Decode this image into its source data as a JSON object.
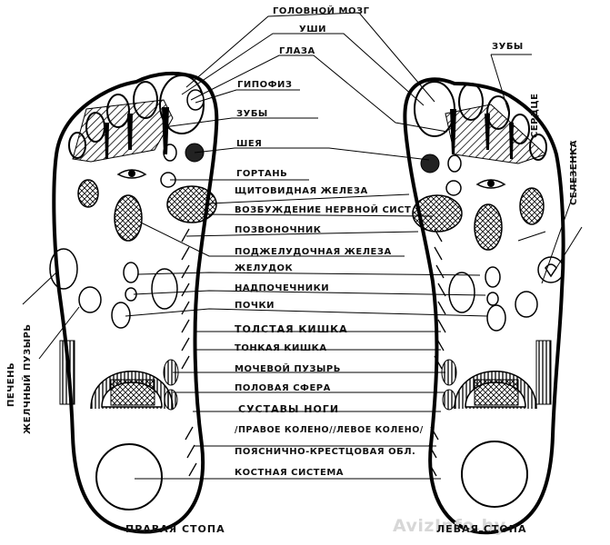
{
  "labels": {
    "brain": "ГОЛОВНОЙ МОЗГ",
    "ears": "УШИ",
    "eyes": "ГЛАЗА",
    "pituitary": "ГИПОФИЗ",
    "teeth": "ЗУБЫ",
    "neck": "ШЕЯ",
    "larynx": "ГОРТАНЬ",
    "thyroid": "ЩИТОВИДНАЯ ЖЕЛЕЗА",
    "nervous": "ВОЗБУЖДЕНИЕ НЕРВНОЙ СИСТ.",
    "spine": "ПОЗВОНОЧНИК",
    "pancreas": "ПОДЖЕЛУДОЧНАЯ ЖЕЛЕЗА",
    "stomach": "ЖЕЛУДОК",
    "adrenal": "НАДПОЧЕЧНИКИ",
    "kidneys": "ПОЧКИ",
    "colon": "ТОЛСТАЯ КИШКА",
    "small_intestine": "ТОНКАЯ КИШКА",
    "bladder": "МОЧЕВОЙ ПУЗЫРЬ",
    "genital": "ПОЛОВАЯ СФЕРА",
    "leg_joints": "СУСТАВЫ НОГИ",
    "knees": "/ПРАВОЕ КОЛЕНО//ЛЕВОЕ КОЛЕНО/",
    "lumbar": "ПОЯСНИЧНО-КРЕСТЦОВАЯ ОБЛ.",
    "skeletal": "КОСТНАЯ СИСТЕМА",
    "teeth_right": "ЗУБЫ",
    "heart": "СЕРДЦЕ",
    "spleen": "СЕЛЕЗЕНКА",
    "liver": "ПЕЧЕНЬ",
    "gallbladder": "ЖЕЛЧНЫЙ ПУЗЫРЬ"
  },
  "captions": {
    "right_foot": "ПРАВАЯ СТОПА",
    "left_foot": "ЛЕВАЯ СТОПА"
  },
  "watermark": "AvizInfo.by"
}
